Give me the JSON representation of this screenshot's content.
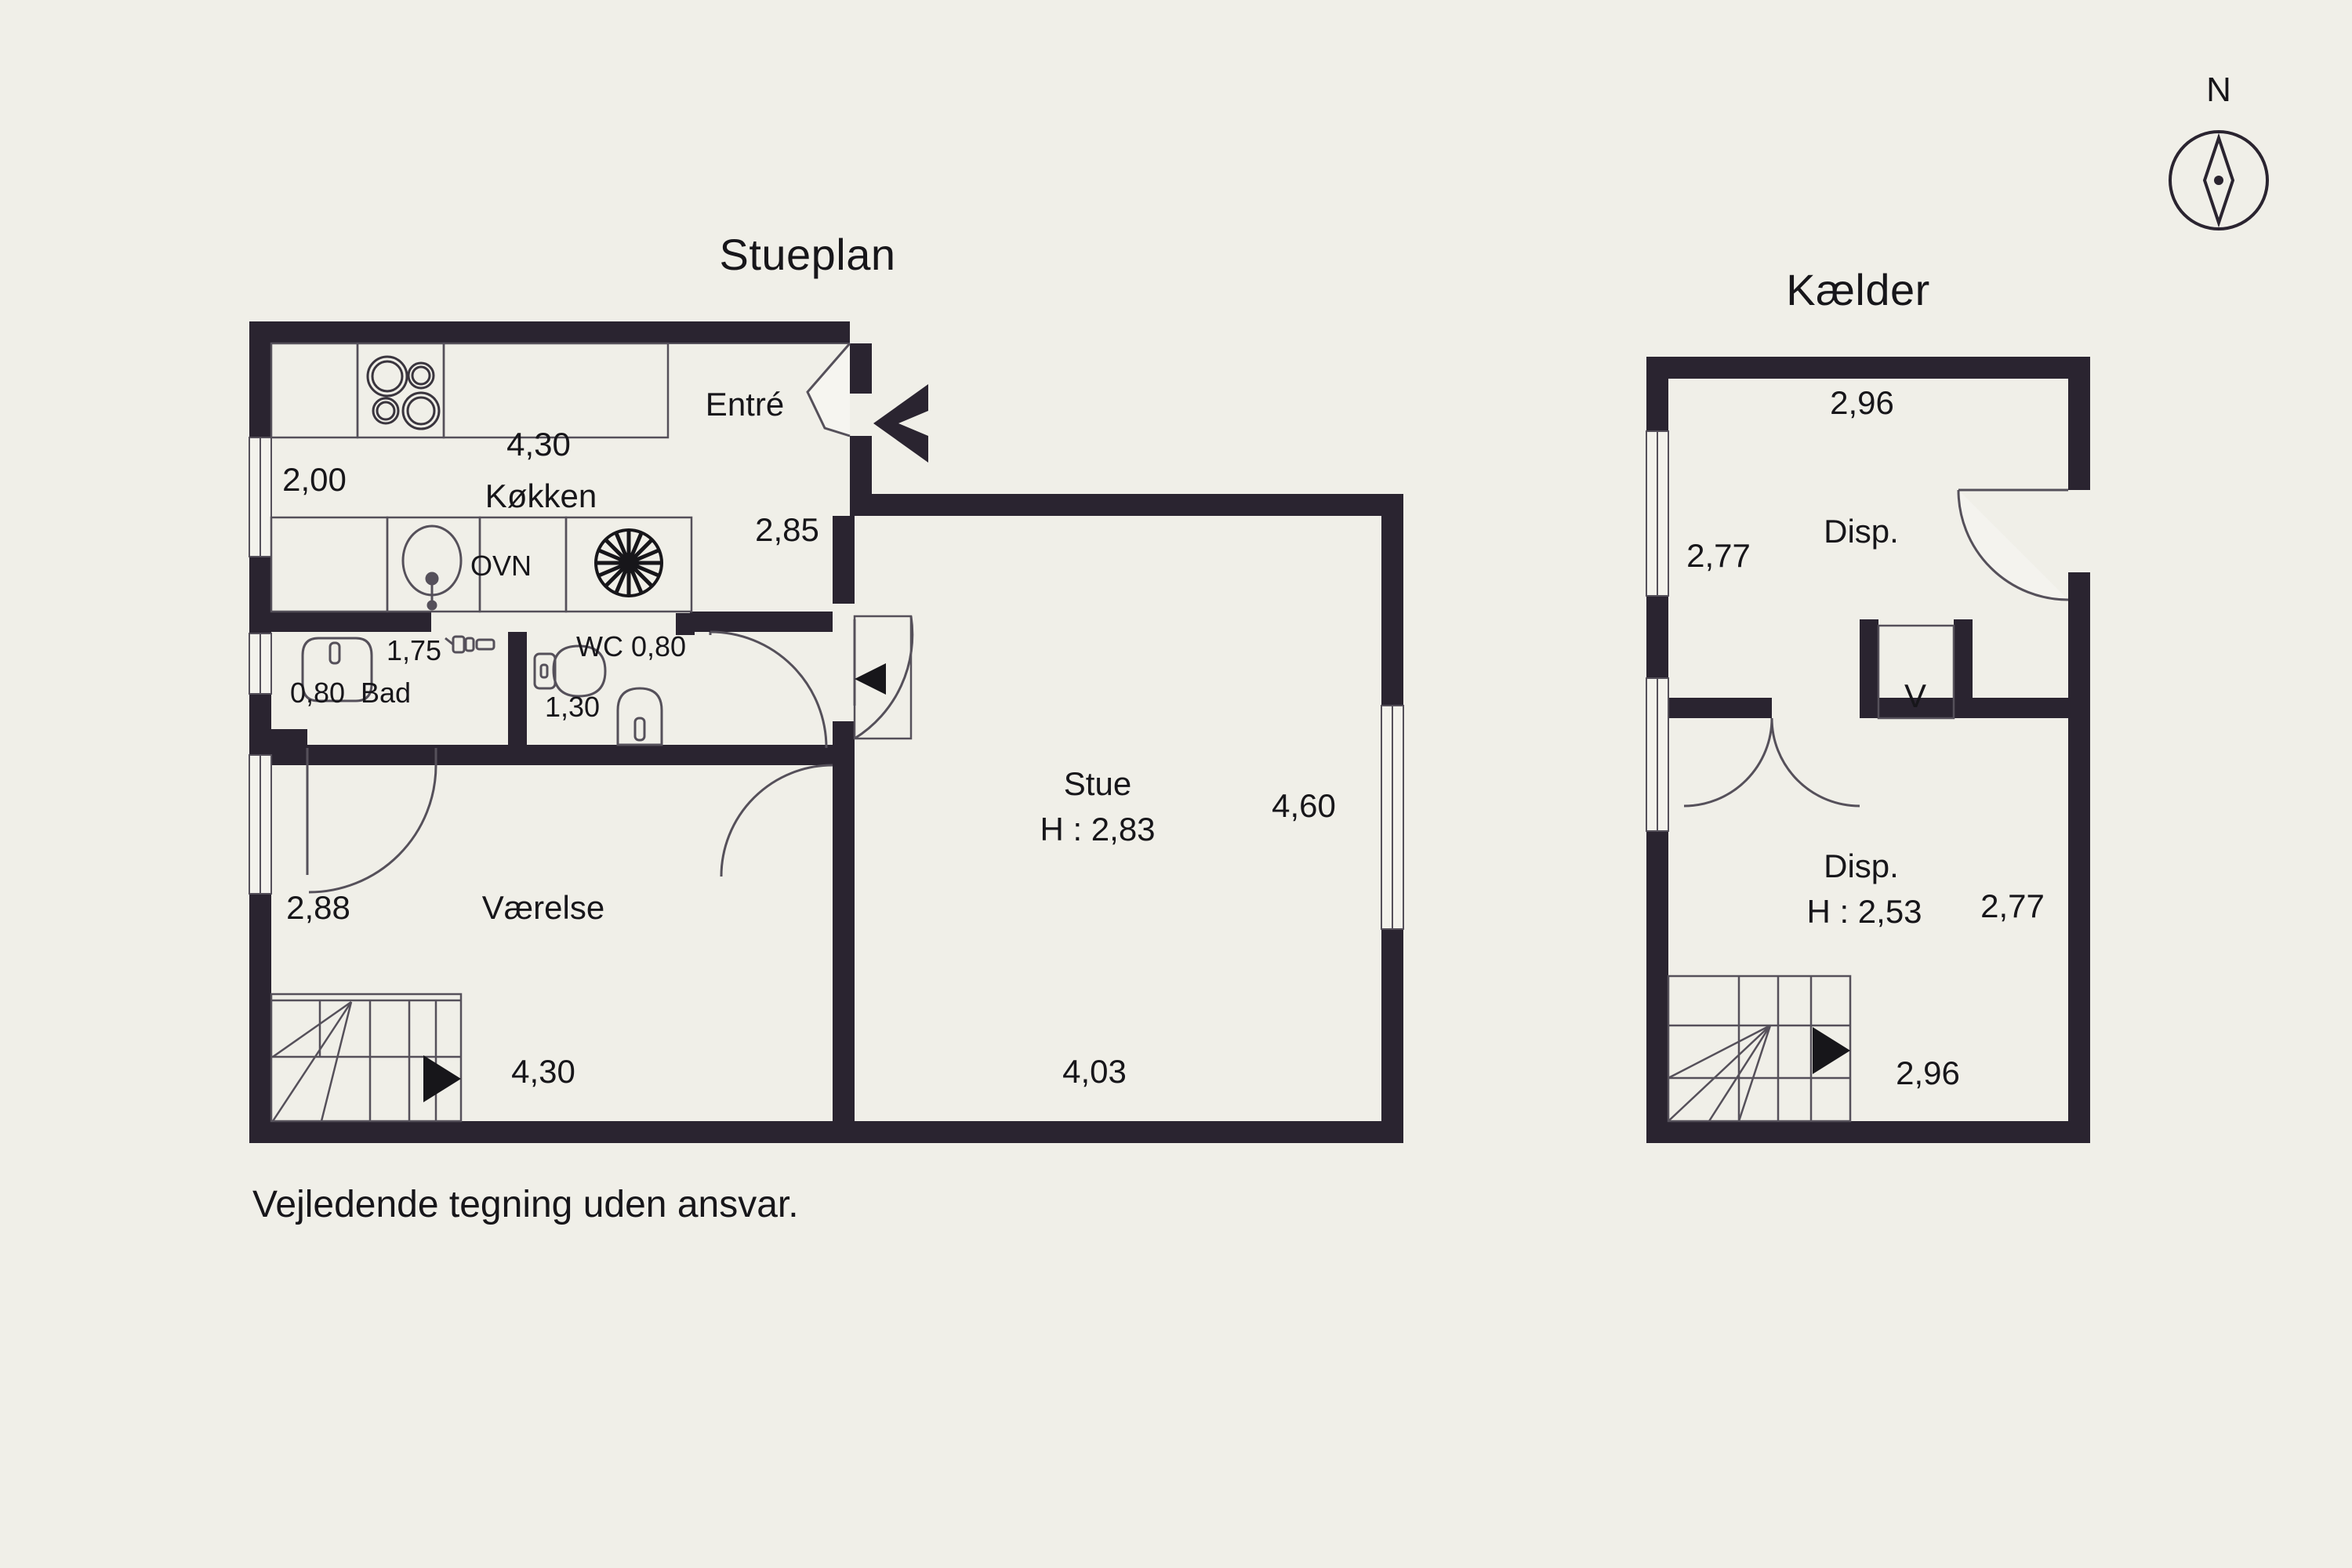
{
  "document": {
    "type": "floor-plan",
    "language": "da",
    "background_color": "#F0EFE8",
    "wall_color": "#2A2430",
    "ink_color": "#17161A",
    "disclaimer": "Vejledende tegning uden ansvar."
  },
  "compass": {
    "label": "N",
    "icon": "compass-rose-icon"
  },
  "plans": [
    {
      "id": "ground",
      "title": "Stueplan",
      "rooms": [
        {
          "id": "kokken",
          "name": "Køkken",
          "width": "4,30",
          "depth": "2,00",
          "height": null
        },
        {
          "id": "entre",
          "name": "Entré",
          "width": null,
          "depth": "2,85",
          "height": null
        },
        {
          "id": "bad",
          "name": "Bad",
          "width": "1,75",
          "depth": "0,80",
          "height": null
        },
        {
          "id": "wc",
          "name": "WC",
          "width": "0,80",
          "depth": "1,30",
          "height": null
        },
        {
          "id": "vaerelse",
          "name": "Værelse",
          "width": "4,30",
          "depth": "2,88",
          "height": null
        },
        {
          "id": "stue",
          "name": "Stue",
          "width": "4,03",
          "depth": "4,60",
          "height": "H : 2,83"
        }
      ],
      "fixtures": [
        {
          "id": "cooktop",
          "icon": "cooktop-icon",
          "label": null
        },
        {
          "id": "sink",
          "icon": "sink-icon",
          "label": null
        },
        {
          "id": "oven",
          "icon": "oven-icon",
          "label": "OVN"
        },
        {
          "id": "washer",
          "icon": "washing-machine-icon",
          "label": null
        },
        {
          "id": "bathtub",
          "icon": "bathtub-icon",
          "label": null
        },
        {
          "id": "toilet",
          "icon": "toilet-icon",
          "label": null
        },
        {
          "id": "basin",
          "icon": "wash-basin-icon",
          "label": null
        },
        {
          "id": "stairs",
          "icon": "stairs-up-icon",
          "label": null
        },
        {
          "id": "entry",
          "icon": "entrance-arrow-icon",
          "label": null
        }
      ],
      "labels": {
        "kokken_width": "4,30",
        "kokken_depth": "2,00",
        "kokken_name": "Køkken",
        "entre_name": "Entré",
        "entre_depth": "2,85",
        "bad_name": "Bad",
        "bad_depth": "0,80",
        "bad_width": "1,75",
        "wc_name": "WC 0,80",
        "wc_depth": "1,30",
        "vaerelse_name": "Værelse",
        "vaerelse_depth": "2,88",
        "vaerelse_width": "4,30",
        "stue_name": "Stue",
        "stue_height": "H : 2,83",
        "stue_depth": "4,60",
        "stue_width": "4,03",
        "oven": "OVN"
      }
    },
    {
      "id": "basement",
      "title": "Kælder",
      "rooms": [
        {
          "id": "disp_top",
          "name": "Disp.",
          "width": "2,96",
          "depth": "2,77",
          "height": null
        },
        {
          "id": "disp_bottom",
          "name": "Disp.",
          "width": "2,96",
          "depth": "2,77",
          "height": "H : 2,53"
        }
      ],
      "fixtures": [
        {
          "id": "boiler",
          "icon": "boiler-closet-icon",
          "label": "V"
        },
        {
          "id": "stairs",
          "icon": "stairs-up-icon",
          "label": null
        }
      ],
      "labels": {
        "disp_top_width": "2,96",
        "disp_top_depth": "2,77",
        "disp_top_name": "Disp.",
        "closet": "V",
        "disp_bottom_name": "Disp.",
        "disp_bottom_height": "H : 2,53",
        "disp_bottom_depth": "2,77",
        "disp_bottom_width": "2,96"
      }
    }
  ]
}
